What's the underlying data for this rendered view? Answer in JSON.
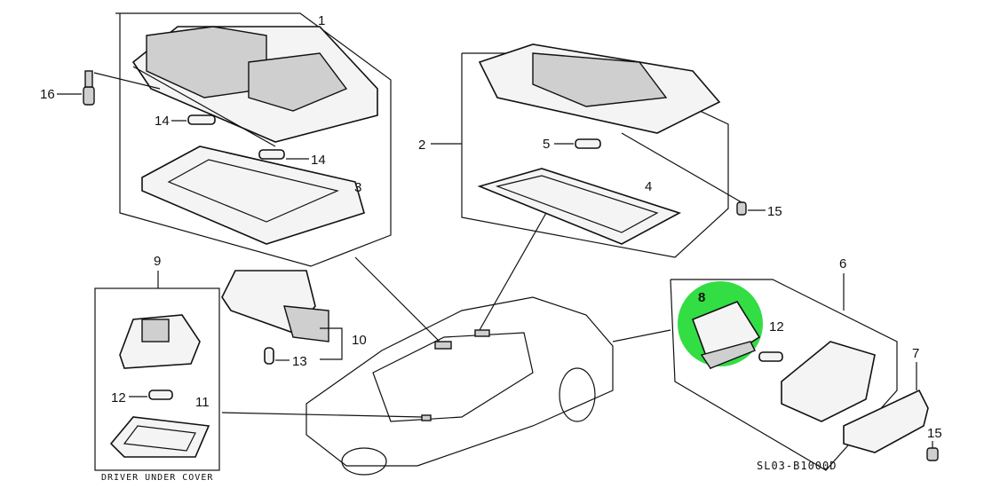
{
  "diagram": {
    "callouts": [
      "1",
      "16",
      "14",
      "14",
      "3",
      "2",
      "5",
      "4",
      "15",
      "9",
      "6",
      "8",
      "12",
      "10",
      "13",
      "7",
      "12",
      "11",
      "15"
    ],
    "box_caption": "DRIVER UNDER COVER",
    "diagram_code": "SL03-B1000D",
    "highlight_color": "#33dd44",
    "highlighted_part": "8"
  }
}
